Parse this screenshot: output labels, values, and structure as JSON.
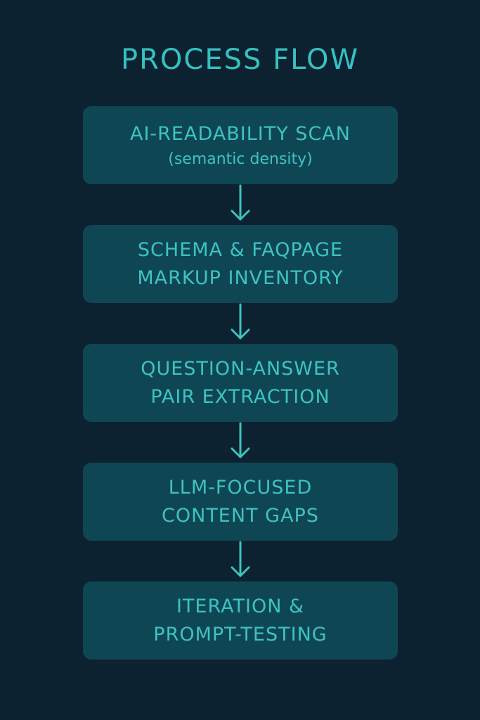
{
  "title": "PROCESS FLOW",
  "steps": [
    {
      "lines": [
        "AI-READABILITY SCAN"
      ],
      "sub": "(semantic density)"
    },
    {
      "lines": [
        "SCHEMA & FAQPAGE",
        "MARKUP INVENTORY"
      ]
    },
    {
      "lines": [
        "QUESTION-ANSWER",
        "PAIR EXTRACTION"
      ]
    },
    {
      "lines": [
        "LLM-FOCUSED",
        "CONTENT GAPS"
      ]
    },
    {
      "lines": [
        "ITERATION &",
        "PROMPT-TESTING"
      ]
    }
  ],
  "colors": {
    "background": "#0c2230",
    "box": "#0f4654",
    "accent": "#3dc3c1"
  }
}
